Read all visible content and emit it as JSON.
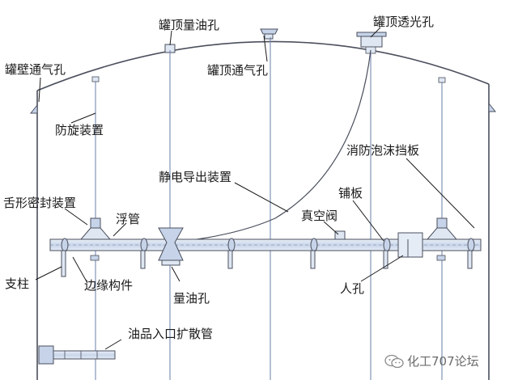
{
  "labels": {
    "roof_gauge_hole": "罐顶量油孔",
    "roof_light_hole": "罐顶透光孔",
    "wall_vent": "罐壁通气孔",
    "roof_vent": "罐顶通气孔",
    "anti_rotation": "防旋装置",
    "foam_dam": "消防泡沫挡板",
    "static_lead": "静电导出装置",
    "tongue_seal": "舌形密封装置",
    "float_tube": "浮管",
    "pavement_plate": "铺板",
    "vacuum_valve": "真空阀",
    "support_leg": "支柱",
    "rim_member": "边缘构件",
    "gauge_hole": "量油孔",
    "manhole": "人孔",
    "inlet_diffuser": "油品入口扩散管"
  },
  "watermark": {
    "text": "化工707论坛",
    "icon": "wechat-icon"
  },
  "colors": {
    "line": "#1a1a1a",
    "structure": "#6a7fa8",
    "fill_light": "#dfe7f3",
    "fill_mid": "#c6d3e8",
    "background": "#ffffff"
  }
}
